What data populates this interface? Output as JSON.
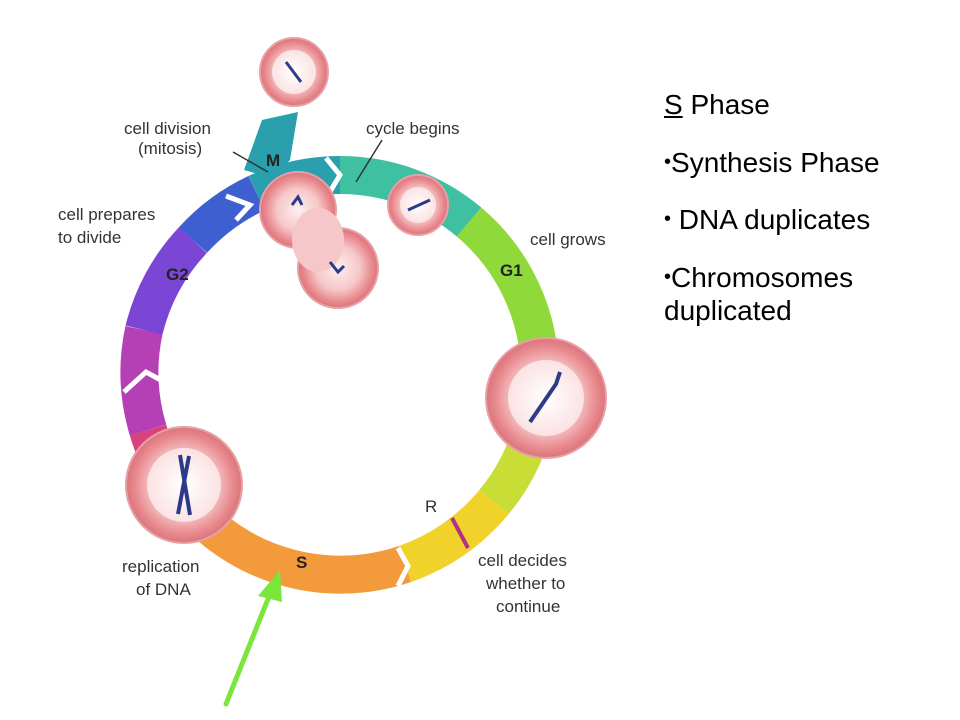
{
  "diagram": {
    "labels": {
      "mitosis_line1": "cell division",
      "mitosis_line2": "(mitosis)",
      "cycle_begins": "cycle begins",
      "prepares_line1": "cell prepares",
      "prepares_line2": "to divide",
      "cell_grows": "cell grows",
      "replication_line1": "replication",
      "replication_line2": "of DNA",
      "restriction": "R",
      "decides_line1": "cell decides",
      "decides_line2": "whether to",
      "decides_line3": "continue"
    },
    "phases": {
      "m": "M",
      "g1": "G1",
      "g2": "G2",
      "s": "S"
    },
    "arrow_color": "#7ae63c"
  },
  "slide": {
    "title_letter": "S",
    "title_rest": " Phase",
    "bullets": [
      "Synthesis Phase",
      " DNA duplicates",
      "Chromosomes duplicated"
    ],
    "bullet_glyph": "•"
  }
}
